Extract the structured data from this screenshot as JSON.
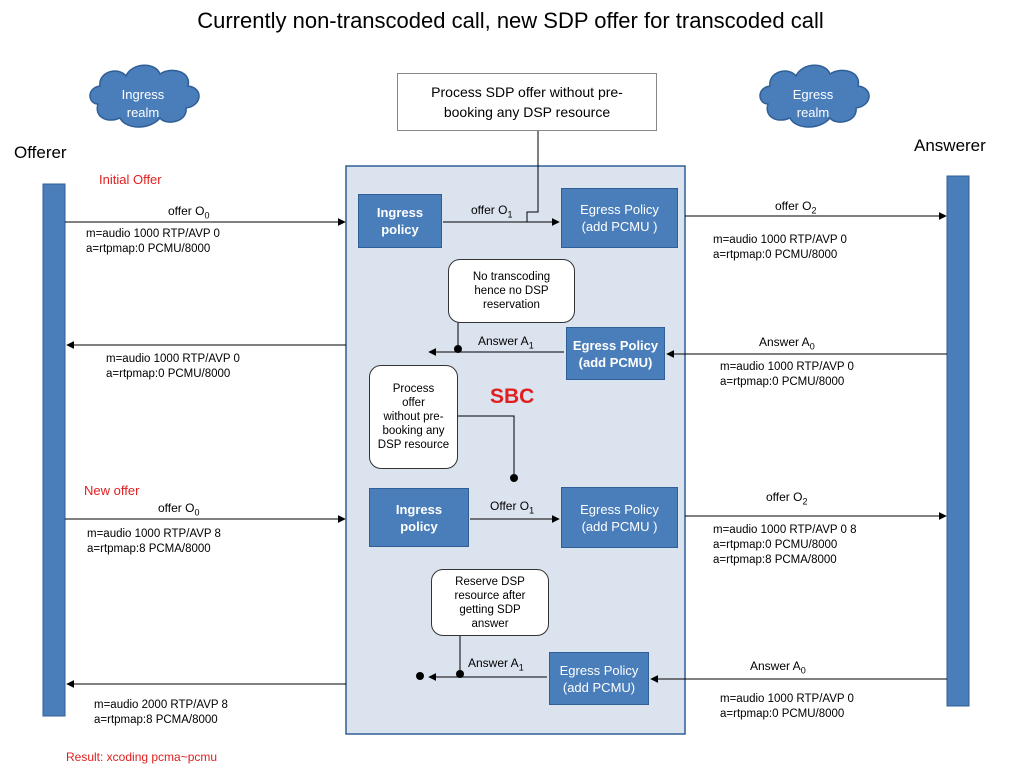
{
  "title": "Currently non-transcoded call, new SDP offer for transcoded call",
  "offerer": "Offerer",
  "answerer": "Answerer",
  "ingress_realm": [
    "Ingress",
    "realm"
  ],
  "egress_realm": [
    "Egress",
    "realm"
  ],
  "top_note": [
    "Process SDP offer without pre-",
    "booking any DSP resource"
  ],
  "sbc_label": "SBC",
  "initial_offer_label": "Initial Offer",
  "new_offer_label": "New offer",
  "result_label": "Result: xcoding pcma~pcmu",
  "boxes": {
    "ingress1": [
      "Ingress",
      "policy"
    ],
    "egress1": [
      "Egress Policy",
      "(add PCMU )"
    ],
    "egress2": [
      "Egress Policy",
      "(add PCMU)"
    ],
    "ingress2": [
      "Ingress",
      "policy"
    ],
    "egress3": [
      "Egress Policy",
      "(add PCMU )"
    ],
    "egress4": [
      "Egress Policy",
      "(add PCMU)"
    ]
  },
  "notes": {
    "no_transcoding": [
      "No transcoding",
      "hence no DSP",
      "reservation"
    ],
    "process_offer": [
      "Process",
      "offer",
      "without pre-",
      "booking any",
      "DSP resource"
    ],
    "reserve_dsp": [
      "Reserve DSP",
      "resource after",
      "getting SDP",
      "answer"
    ]
  },
  "messages": {
    "offer_o0_1": {
      "text": "offer O",
      "sub": "0"
    },
    "offer_o1_1": {
      "text": "offer O",
      "sub": "1"
    },
    "offer_o2_1": {
      "text": "offer O",
      "sub": "2"
    },
    "answer_a0_1": {
      "text": "Answer A",
      "sub": "0"
    },
    "answer_a1_1": {
      "text": "Answer A",
      "sub": "1"
    },
    "offer_o0_2": {
      "text": "offer O",
      "sub": "0"
    },
    "offer_o1_2": {
      "text": "Offer O",
      "sub": "1"
    },
    "offer_o2_2": {
      "text": "offer O",
      "sub": "2"
    },
    "answer_a0_2": {
      "text": "Answer A",
      "sub": "0"
    },
    "answer_a1_2": {
      "text": "Answer A",
      "sub": "1"
    }
  },
  "sdp": {
    "s1": "m=audio 1000 RTP/AVP 0\na=rtpmap:0 PCMU/8000",
    "s2": "m=audio 1000 RTP/AVP 0\na=rtpmap:0 PCMU/8000",
    "s3": "m=audio 1000 RTP/AVP 0\na=rtpmap:0 PCMU/8000",
    "s4": "m=audio 1000 RTP/AVP 0\na=rtpmap:0 PCMU/8000",
    "s5": "m=audio 1000 RTP/AVP 8\na=rtpmap:8 PCMA/8000",
    "s6": "m=audio 1000 RTP/AVP 0 8\na=rtpmap:0 PCMU/8000\na=rtpmap:8 PCMA/8000",
    "s7": "m=audio 2000 RTP/AVP 8\na=rtpmap:8 PCMA/8000",
    "s8": "m=audio 1000 RTP/AVP 0\na=rtpmap:0 PCMU/8000"
  },
  "colors": {
    "box": "#4a7ebb",
    "accent_red": "#e02020",
    "sbc_bg": "#dbe3ef"
  }
}
